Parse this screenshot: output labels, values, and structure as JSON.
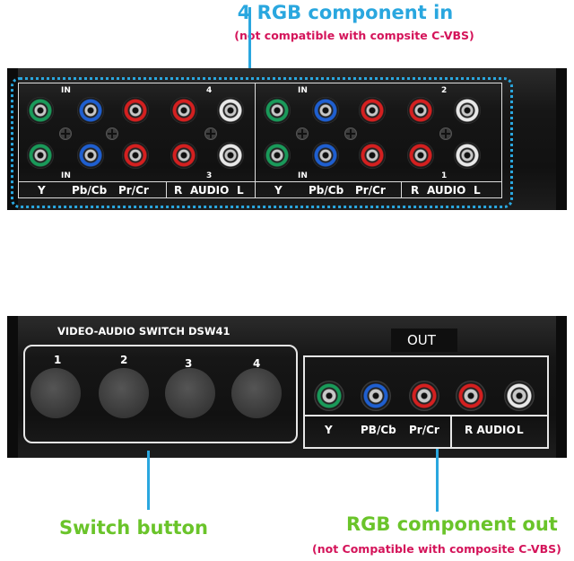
{
  "annotations": {
    "top_title": "4 RGB component in",
    "top_subtitle": "(not compatible with compsite C-VBS)",
    "switch_label": "Switch button",
    "out_title": "RGB component out",
    "out_subtitle": "(not Compatible with composite C-VBS)"
  },
  "top_panel": {
    "in_label": "IN",
    "group_left": {
      "top_number": "4",
      "bottom_number": "3"
    },
    "group_right": {
      "top_number": "2",
      "bottom_number": "1"
    },
    "bottom_labels": [
      "Y",
      "Pb/Cb",
      "Pr/Cr",
      "R",
      "AUDIO",
      "L"
    ]
  },
  "bottom_panel": {
    "model": "VIDEO-AUDIO SWITCH DSW41",
    "buttons": [
      "1",
      "2",
      "3",
      "4"
    ],
    "out_label": "OUT",
    "out_labels": [
      "Y",
      "PB/Cb",
      "Pr/Cr",
      "R AUDIO",
      "L"
    ]
  },
  "colors": {
    "blue": "#2aa7df",
    "green": "#6ac42a",
    "red": "#d4145a",
    "jack_green": "#1a9a5a",
    "jack_blue": "#1f5fd0",
    "jack_red": "#d42020",
    "jack_white": "#e8e8e8"
  }
}
